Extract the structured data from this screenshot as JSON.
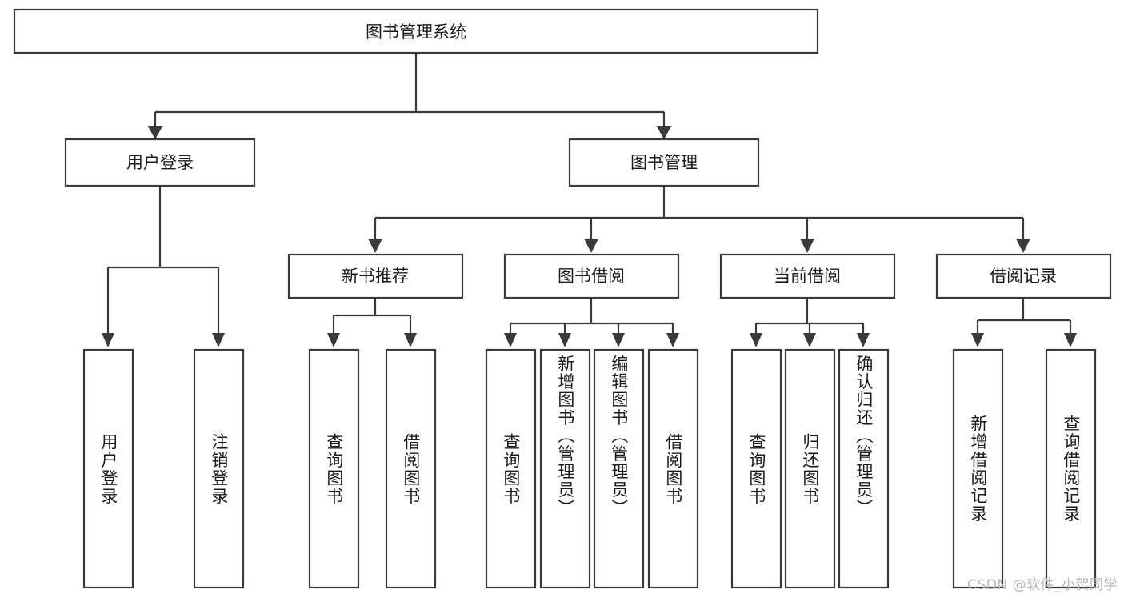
{
  "diagram": {
    "title": "图书管理系统",
    "watermark": "CSDN @软件_小贺同学",
    "colors": {
      "stroke": "#3a3a3a",
      "fill": "#ffffff",
      "text": "#1b1b1b",
      "watermark": "#b6b6b6"
    },
    "root": {
      "label": "图书管理系统"
    },
    "level2": [
      {
        "label": "用户登录"
      },
      {
        "label": "图书管理"
      }
    ],
    "level3": [
      {
        "label": "新书推荐"
      },
      {
        "label": "图书借阅"
      },
      {
        "label": "当前借阅"
      },
      {
        "label": "借阅记录"
      }
    ],
    "leaves": {
      "user_login": [
        {
          "label": "用户登录"
        },
        {
          "label": "注销登录"
        }
      ],
      "new_book": [
        {
          "label": "查询图书"
        },
        {
          "label": "借阅图书"
        }
      ],
      "book_borrow": [
        {
          "label": "查询图书"
        },
        {
          "label": "新增图书（管理员）"
        },
        {
          "label": "编辑图书（管理员）"
        },
        {
          "label": "借阅图书"
        }
      ],
      "current_borrow": [
        {
          "label": "查询图书"
        },
        {
          "label": "归还图书"
        },
        {
          "label": "确认归还（管理员）"
        }
      ],
      "borrow_record": [
        {
          "label": "新增借阅记录"
        },
        {
          "label": "查询借阅记录"
        }
      ]
    }
  }
}
